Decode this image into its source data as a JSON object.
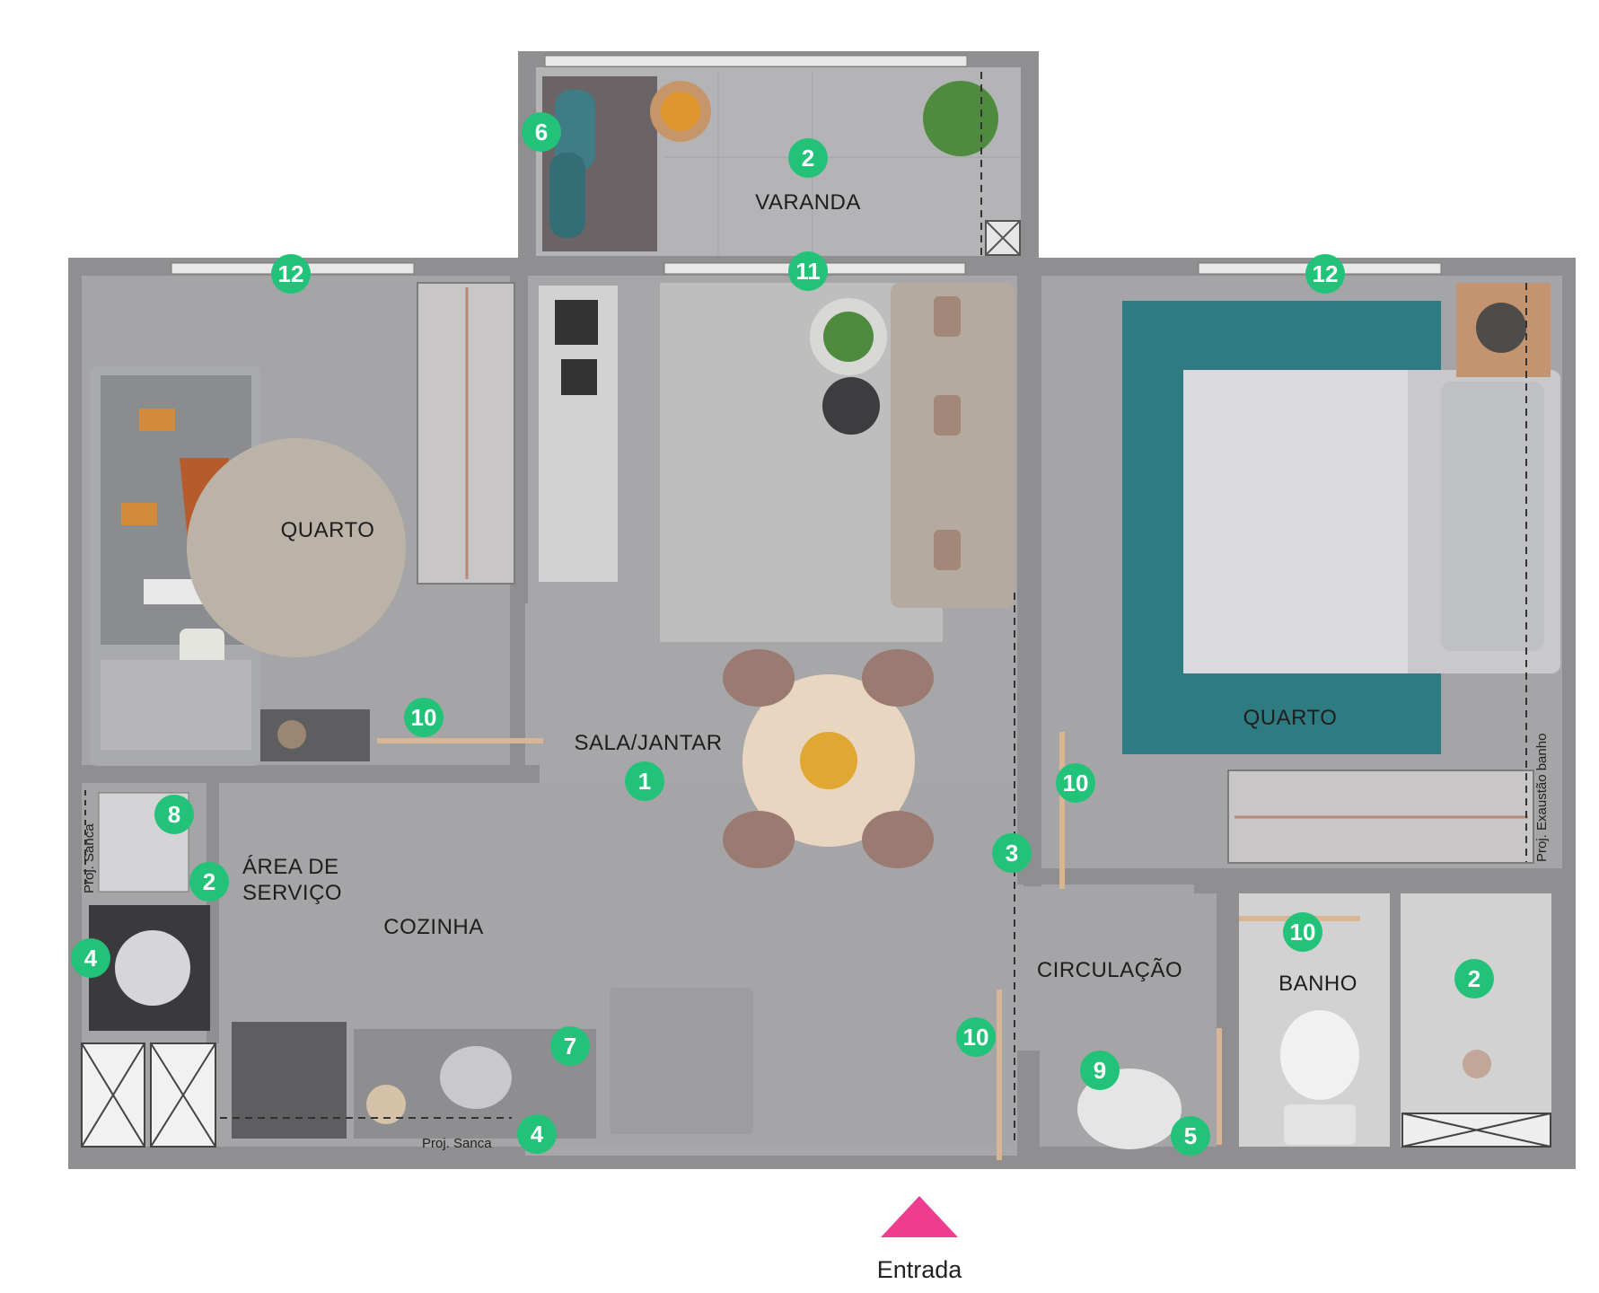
{
  "rooms": {
    "varanda": "VARANDA",
    "quarto_left": "QUARTO",
    "quarto_right": "QUARTO",
    "sala": "SALA/JANTAR",
    "area_line1": "ÁREA DE",
    "area_line2": "SERVIÇO",
    "cozinha": "COZINHA",
    "circulacao": "CIRCULAÇÃO",
    "banho": "BANHO"
  },
  "notes": {
    "proj_sanca_1": "Proj. Sanca",
    "proj_sanca_2": "Proj. Sanca",
    "proj_exaustao": "Proj. Exaustão banho"
  },
  "entrance": {
    "label": "Entrada"
  },
  "badges": {
    "b6": "6",
    "b2_varanda": "2",
    "b12_left": "12",
    "b11": "11",
    "b12_right": "12",
    "b10_left": "10",
    "b1": "1",
    "b8": "8",
    "b2_area": "2",
    "b4_left": "4",
    "b10_circ_top": "10",
    "b3": "3",
    "b10_banho": "10",
    "b2_banho": "2",
    "b10_entry": "10",
    "b7": "7",
    "b9": "9",
    "b4_bottom": "4",
    "b5": "5"
  },
  "colors": {
    "badge": "#22c279",
    "wall": "#8f8f91",
    "floor": "#a3a3a5",
    "rug": "#2e7b82",
    "arrow": "#ee3d8e"
  }
}
